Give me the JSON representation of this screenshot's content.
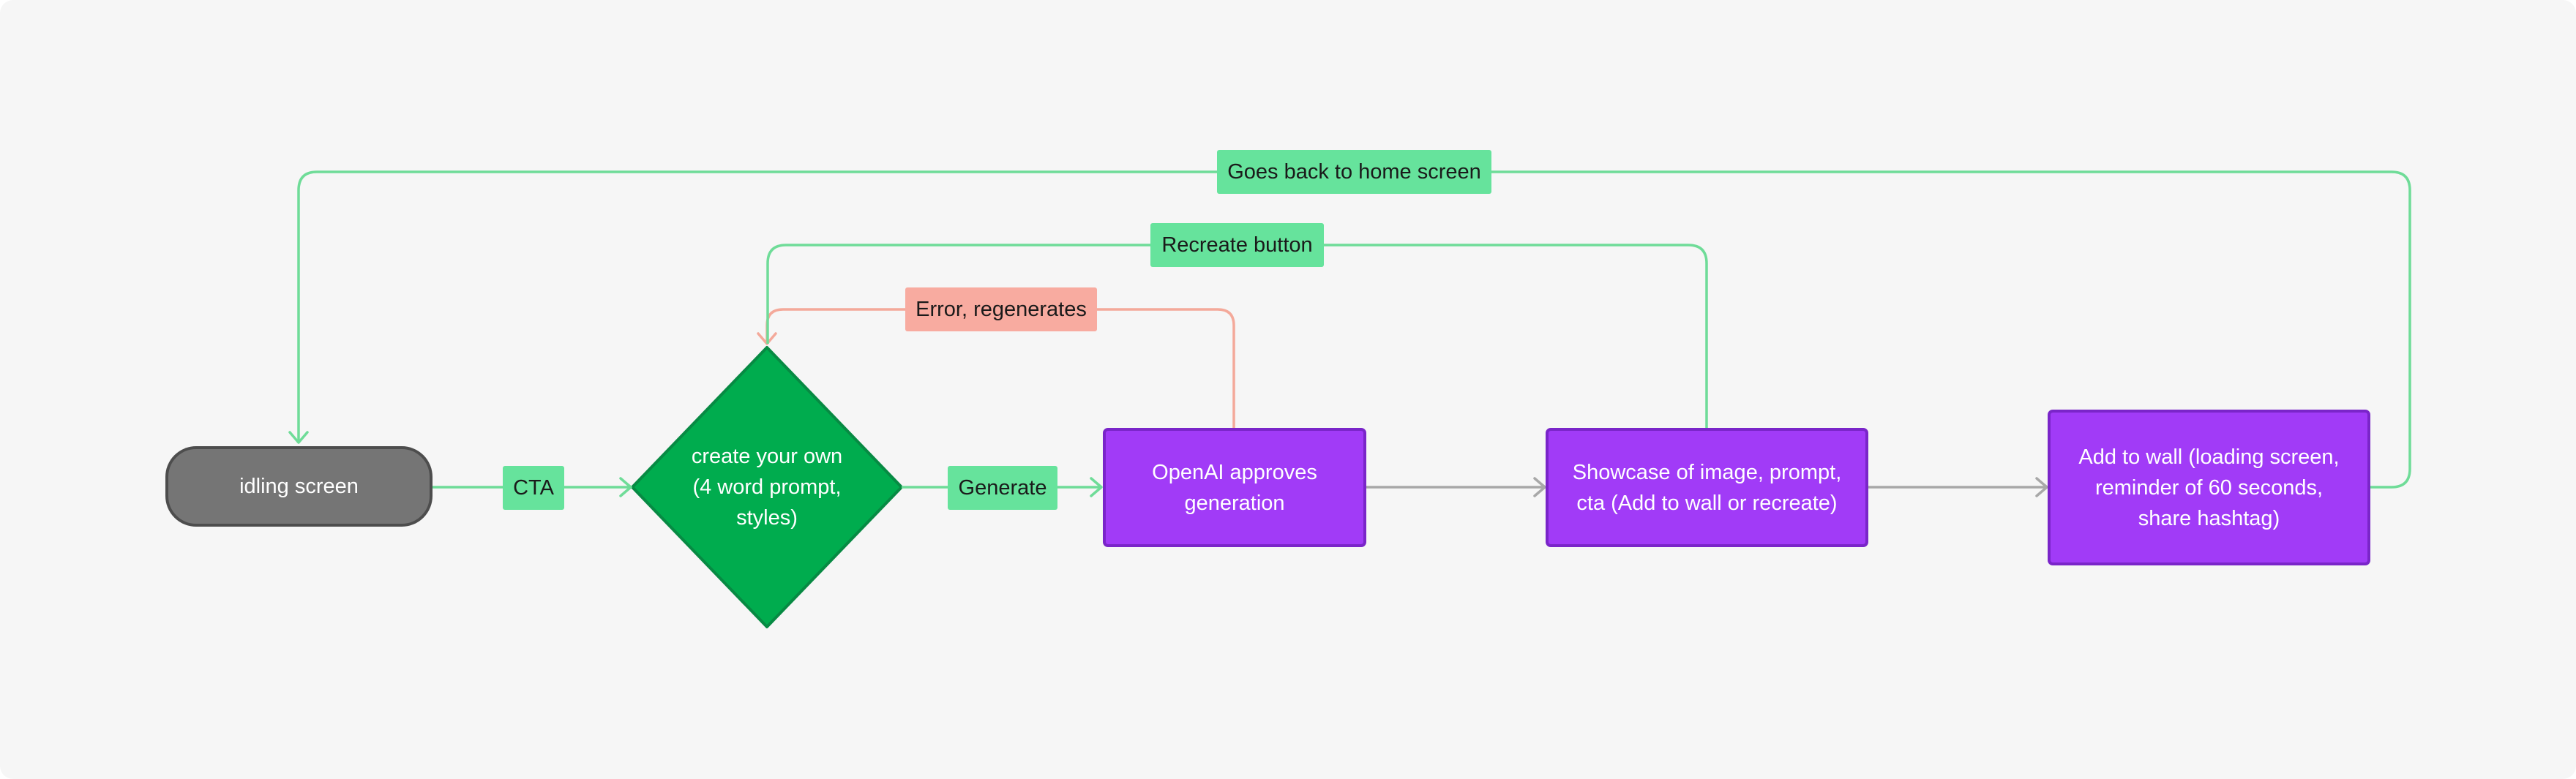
{
  "colors": {
    "background": "#f6f6f6",
    "terminal_fill": "#757575",
    "decision_fill": "#00ac4e",
    "process_fill": "#a13bf7",
    "green_connector": "#6fdc98",
    "red_connector": "#f4a99a",
    "gray_connector": "#a8a8a8",
    "green_label": "#66e39c",
    "red_label": "#f8aba0"
  },
  "nodes": {
    "idle": "idling screen",
    "create": "create your own (4 word prompt, styles)",
    "approve": "OpenAI approves generation",
    "showcase": "Showcase of image, prompt, cta (Add to wall or recreate)",
    "wall": "Add to wall (loading screen, reminder of 60 seconds, share hashtag)"
  },
  "edge_labels": {
    "cta": "CTA",
    "generate": "Generate",
    "error": "Error, regenerates",
    "recreate": "Recreate button",
    "home": "Goes back to home screen"
  }
}
